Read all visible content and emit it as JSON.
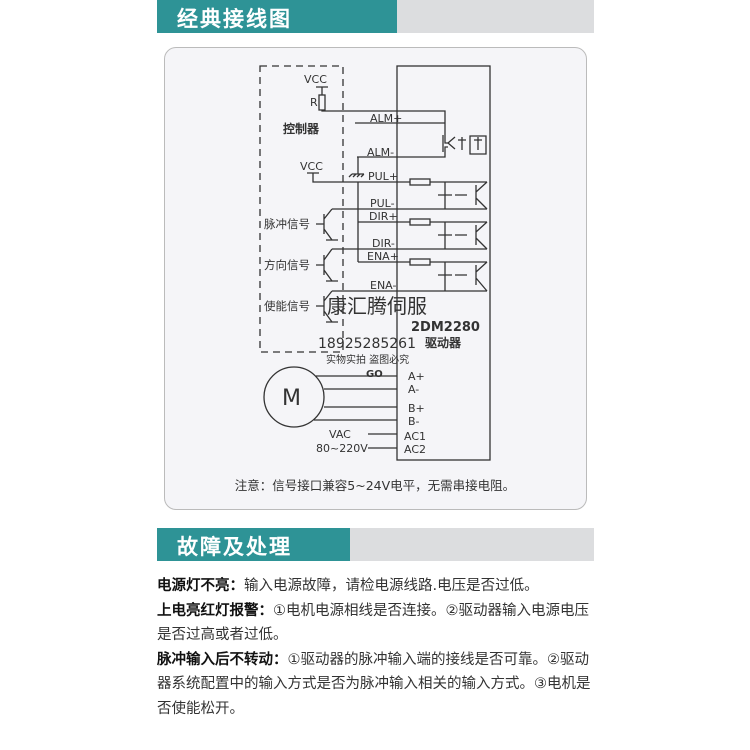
{
  "section1": {
    "title": "经典接线图"
  },
  "diagram": {
    "controller": "控制器",
    "vcc": "VCC",
    "r": "R",
    "pins": [
      "ALM+",
      "ALM-",
      "PUL+",
      "PUL-",
      "DIR+",
      "DIR-",
      "ENA+",
      "ENA-"
    ],
    "signals": [
      "脉冲信号",
      "方向信号",
      "使能信号"
    ],
    "driver_model": "2DM2280",
    "driver_label": "驱动器",
    "motor": "M",
    "motor_pins": [
      "A+",
      "A-",
      "B+",
      "B-"
    ],
    "power_label": "VAC",
    "power_range": "80~220V",
    "power_pins": [
      "AC1",
      "AC2"
    ],
    "note": "注意：信号接口兼容5~24V电平，无需串接电阻。",
    "watermark": {
      "brand": "康汇腾伺服",
      "phone": "18925285261",
      "slogan": "实物实拍 盗图必究",
      "go": "GO"
    }
  },
  "section2": {
    "title": "故障及处理"
  },
  "faq": [
    {
      "q": "电源灯不亮：",
      "a": "输入电源故障，请检电源线路.电压是否过低。"
    },
    {
      "q": "上电亮红灯报警：",
      "a": "①电机电源相线是否连接。②驱动器输入电源电压是否过高或者过低。"
    },
    {
      "q": "脉冲输入后不转动：",
      "a": "①驱动器的脉冲输入端的接线是否可靠。②驱动器系统配置中的输入方式是否为脉冲输入相关的输入方式。③电机是否使能松开。"
    }
  ]
}
